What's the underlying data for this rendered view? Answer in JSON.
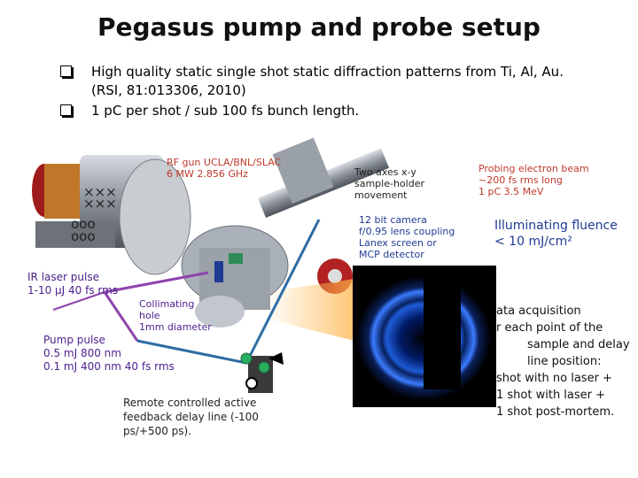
{
  "title": "Pegasus pump and probe setup",
  "bullets": [
    {
      "line1": "High quality static single shot static diffraction patterns from Ti, Al, Au.",
      "line2": "(RSI, 81:013306, 2010)"
    },
    {
      "line1": "1 pC per shot / sub 100 fs bunch length."
    }
  ],
  "labels": {
    "rf_gun": [
      "RF gun UCLA/BNL/SLAC",
      "6 MW 2.856 GHz"
    ],
    "two_axes": [
      "Two axes x-y",
      "sample-holder",
      "movement"
    ],
    "probing": [
      "Probing electron beam",
      "~200 fs rms long",
      "1 pC 3.5 MeV"
    ],
    "camera": [
      "12 bit camera",
      "f/0.95 lens coupling",
      "Lanex screen or",
      "MCP detector"
    ],
    "fluence": [
      "Illuminating fluence",
      "< 10 mJ/cm²"
    ],
    "ir_laser": [
      "IR laser pulse",
      "1-10 μJ 40 fs rms"
    ],
    "collimating": [
      "Collimating",
      "hole",
      "1mm diameter"
    ],
    "pump": [
      "Pump pulse",
      "0.5 mJ 800 nm",
      "0.1 mJ 400 nm 40 fs rms"
    ],
    "delay": [
      "Remote controlled active",
      "feedback delay line (-100",
      "ps/+500 ps)."
    ],
    "daq": [
      "ata acquisition",
      "r each point of the",
      "sample and delay",
      "line position:",
      "shot with no laser +",
      "1 shot with laser +",
      "1 shot post-mortem."
    ]
  },
  "colors": {
    "laser_line": "#8e44ad",
    "probe_line": "#2e6da4",
    "mirror": "#27ae60",
    "title": "#111111"
  }
}
